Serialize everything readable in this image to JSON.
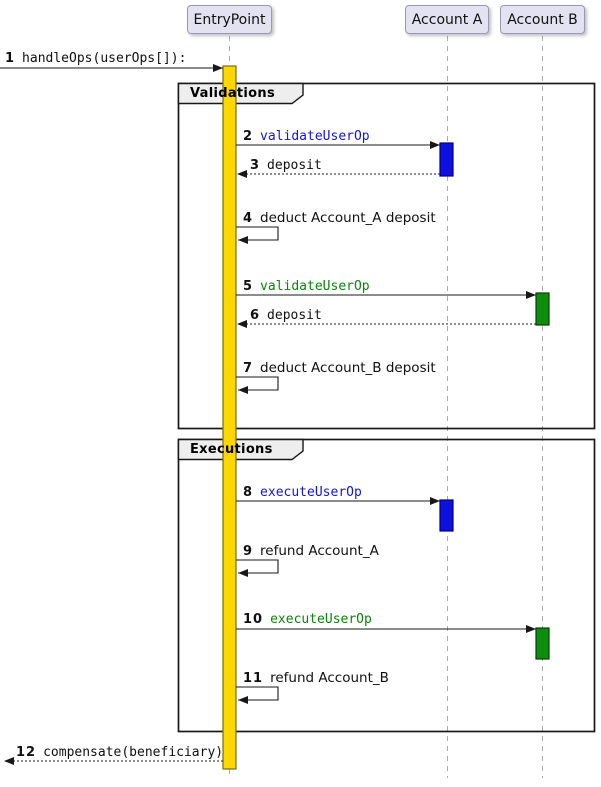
{
  "colors": {
    "participant-fill": "#E2E2F0",
    "participant-border": "#9898B8",
    "lifeline": "#AAAAAA",
    "line": "#181818",
    "text": "#101010",
    "msg-blue": "#1414DB",
    "msg-green": "#098609",
    "bar-gold": "#FFD700",
    "bar-gold-border": "#6F6F1D",
    "bar-blue": "#0F0FDF",
    "bar-blue-border": "#000080",
    "bar-green": "#0D8C0D",
    "bar-green-border": "#033F03",
    "group-border": "#181818",
    "group-header-fill": "#EEEEEE"
  },
  "seq": {
    "participants": [
      {
        "name": "EntryPoint"
      },
      {
        "name": "Account A"
      },
      {
        "name": "Account B"
      }
    ],
    "groups": [
      {
        "label": "Validations"
      },
      {
        "label": "Executions"
      }
    ],
    "messages": [
      {
        "num": "1",
        "text": "handleOps(userOps[]):",
        "style": "code",
        "from": "caller",
        "to": "EntryPoint"
      },
      {
        "num": "2",
        "text": "validateUserOp",
        "style": "code-blue",
        "from": "EntryPoint",
        "to": "Account A"
      },
      {
        "num": "3",
        "text": "deposit",
        "style": "code",
        "from": "Account A",
        "to": "EntryPoint"
      },
      {
        "num": "4",
        "text": "deduct Account_A deposit",
        "style": "plain",
        "from": "EntryPoint",
        "to": "EntryPoint"
      },
      {
        "num": "5",
        "text": "validateUserOp",
        "style": "code-green",
        "from": "EntryPoint",
        "to": "Account B"
      },
      {
        "num": "6",
        "text": "deposit",
        "style": "code",
        "from": "Account B",
        "to": "EntryPoint"
      },
      {
        "num": "7",
        "text": "deduct Account_B deposit",
        "style": "plain",
        "from": "EntryPoint",
        "to": "EntryPoint"
      },
      {
        "num": "8",
        "text": "executeUserOp",
        "style": "code-blue",
        "from": "EntryPoint",
        "to": "Account A"
      },
      {
        "num": "9",
        "text": "refund Account_A",
        "style": "plain",
        "from": "EntryPoint",
        "to": "EntryPoint"
      },
      {
        "num": "10",
        "text": "executeUserOp",
        "style": "code-green",
        "from": "EntryPoint",
        "to": "Account B"
      },
      {
        "num": "11",
        "text": "refund Account_B",
        "style": "plain",
        "from": "EntryPoint",
        "to": "EntryPoint"
      },
      {
        "num": "12",
        "text": "compensate(beneficiary)",
        "style": "code",
        "from": "EntryPoint",
        "to": "caller"
      }
    ]
  }
}
